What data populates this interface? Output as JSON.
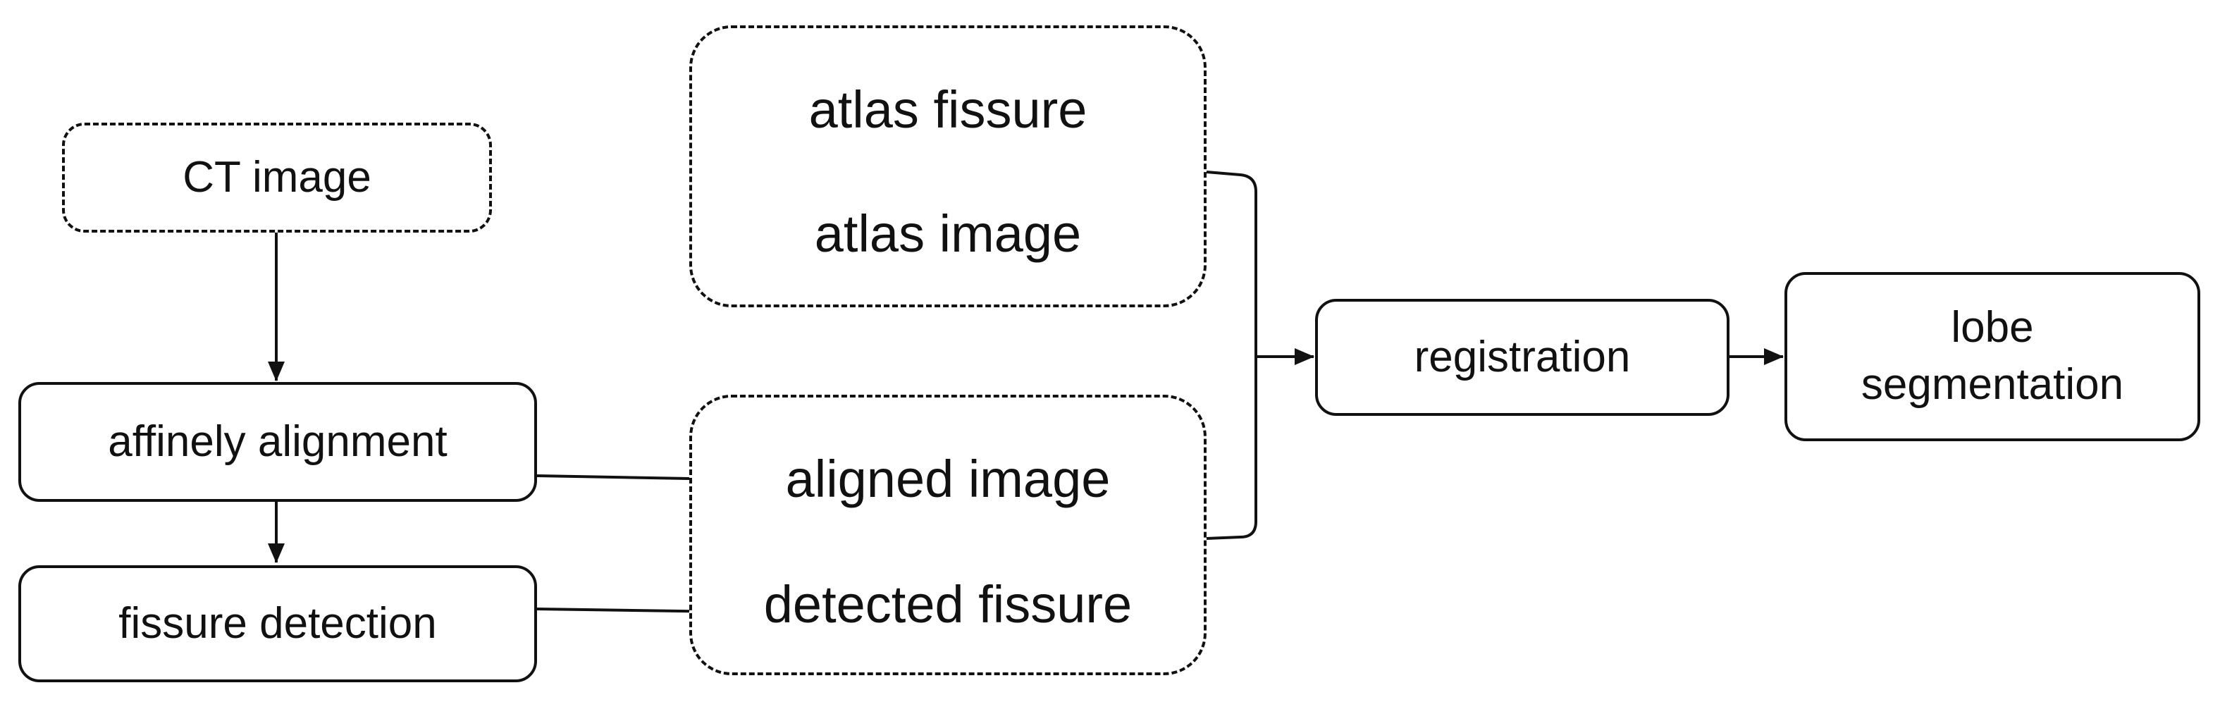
{
  "nodes": {
    "ct_image": "CT image",
    "affine_alignment": "affinely alignment",
    "fissure_detection": "fissure detection",
    "atlas_fissure": "atlas fissure",
    "atlas_image": "atlas image",
    "aligned_image": "aligned image",
    "detected_fissure": "detected fissure",
    "registration": "registration",
    "lobe_segmentation_line1": "lobe",
    "lobe_segmentation_line2": "segmentation"
  },
  "colors": {
    "stroke": "#111111",
    "background": "#ffffff"
  }
}
